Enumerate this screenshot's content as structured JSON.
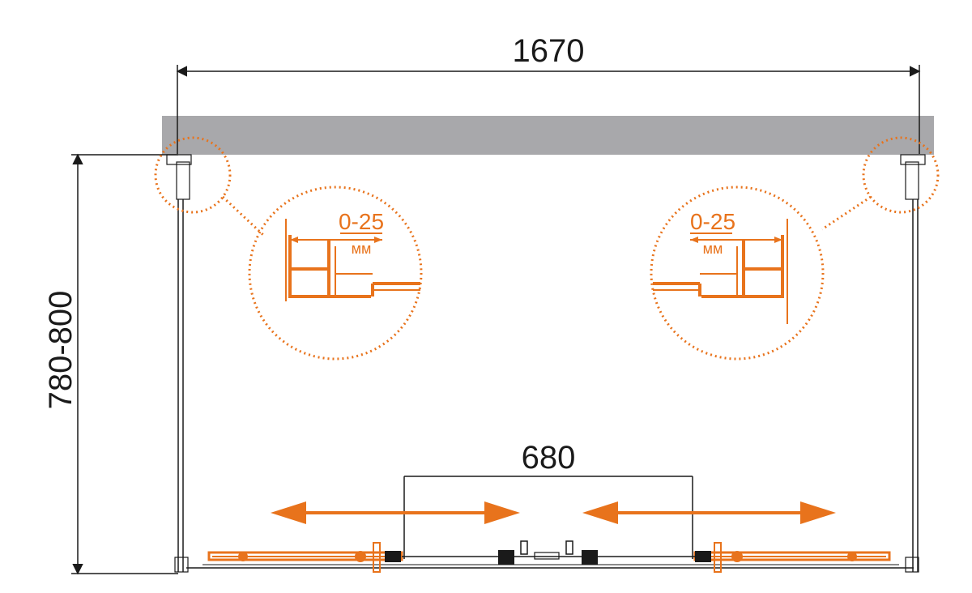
{
  "dimensions": {
    "overall_width": "1670",
    "depth": "780-800",
    "opening": "680"
  },
  "details": {
    "left": {
      "range": "0-25",
      "unit": "мм"
    },
    "right": {
      "range": "0-25",
      "unit": "мм"
    }
  },
  "colors": {
    "accent": "#e8731c",
    "wall": "#a8a8ab",
    "line": "#1a1a1a"
  }
}
